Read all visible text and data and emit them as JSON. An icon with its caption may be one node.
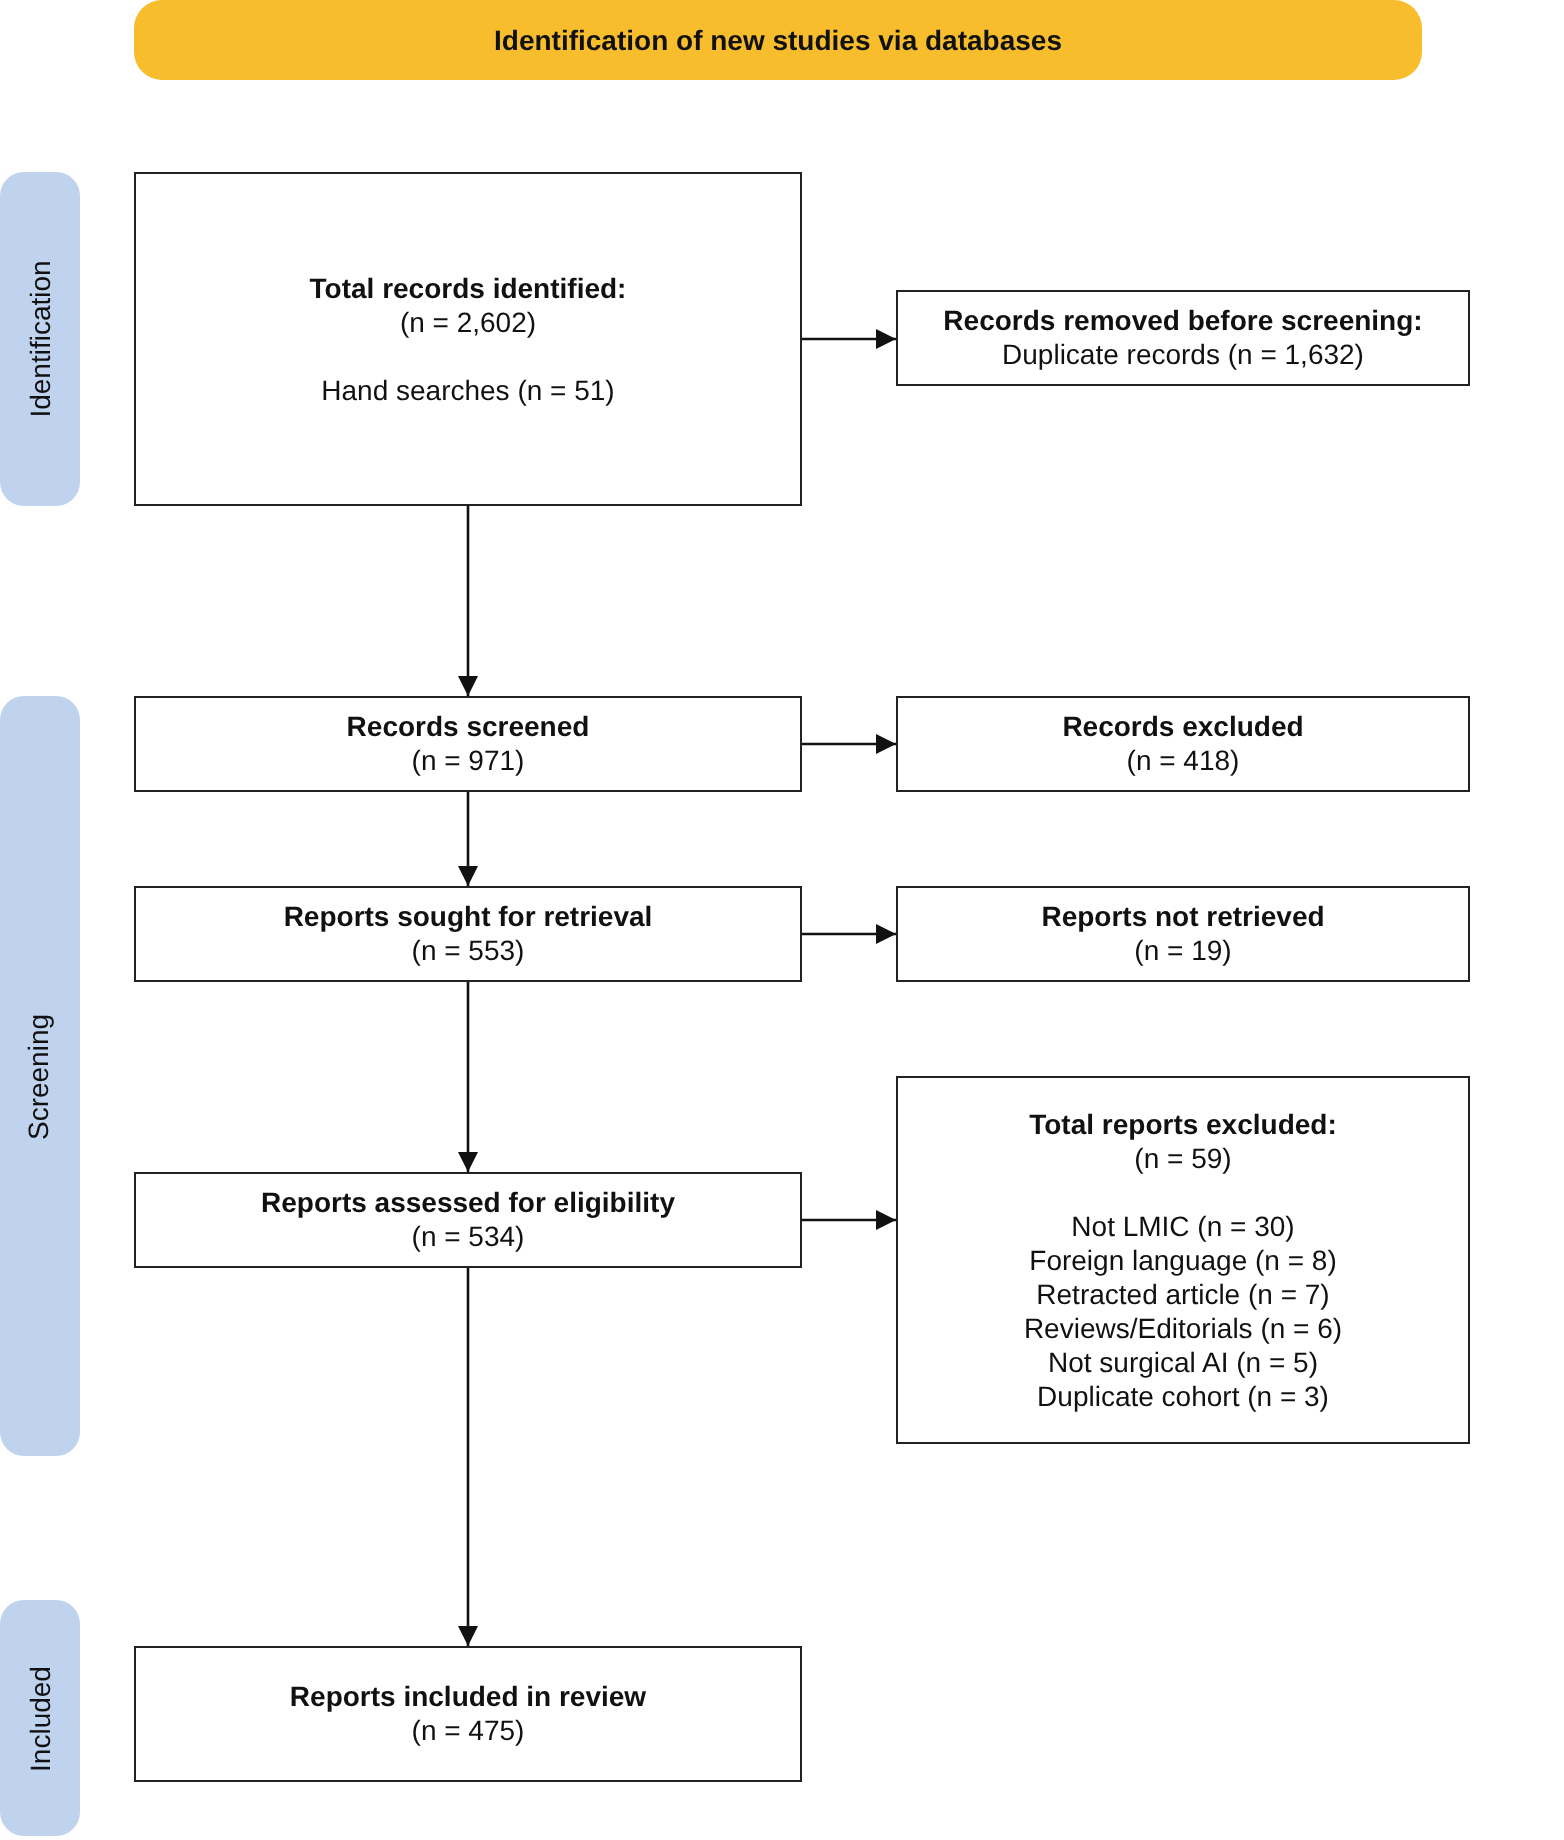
{
  "diagram": {
    "nodes": [
      {
        "text": [
          "Identification of new studies via databases"
        ]
      },
      {
        "text": [
          "Identification"
        ]
      },
      {
        "text": [
          "Total records identified:",
          "(n = 2,602)",
          "Hand searches (n = 51)"
        ]
      },
      {
        "text": [
          "Records removed before screening:",
          "Duplicate records (n = 1,632)"
        ]
      },
      {
        "text": [
          "Screening"
        ]
      },
      {
        "text": [
          "Records screened",
          "(n = 971)"
        ]
      },
      {
        "text": [
          "Records excluded",
          "(n = 418)"
        ]
      },
      {
        "text": [
          "Reports sought for retrieval",
          "(n = 553)"
        ]
      },
      {
        "text": [
          "Reports not retrieved",
          "(n = 19)"
        ]
      },
      {
        "text": [
          "Total reports excluded:",
          "(n = 59)",
          "Not LMIC (n = 30)",
          "Foreign language (n = 8)",
          "Retracted article (n = 7)",
          "Reviews/Editorials (n = 6)",
          "Not surgical AI (n = 5)",
          "Duplicate cohort (n = 3)"
        ]
      },
      {
        "text": [
          "Reports assessed for eligibility",
          "(n = 534)"
        ]
      },
      {
        "text": [
          "Included"
        ]
      },
      {
        "text": [
          "Reports included in review",
          "(n = 475)"
        ]
      }
    ],
    "edges": [
      {
        "from": 2,
        "to": 3,
        "arrow": "to"
      },
      {
        "from": 2,
        "to": 5,
        "arrow": "to"
      },
      {
        "from": 5,
        "to": 6,
        "arrow": "to"
      },
      {
        "from": 5,
        "to": 7,
        "arrow": "to"
      },
      {
        "from": 7,
        "to": 8,
        "arrow": "to"
      },
      {
        "from": 7,
        "to": 10,
        "arrow": "to"
      },
      {
        "from": 10,
        "to": 9,
        "arrow": "to"
      },
      {
        "from": 10,
        "to": 12,
        "arrow": "to"
      }
    ]
  }
}
